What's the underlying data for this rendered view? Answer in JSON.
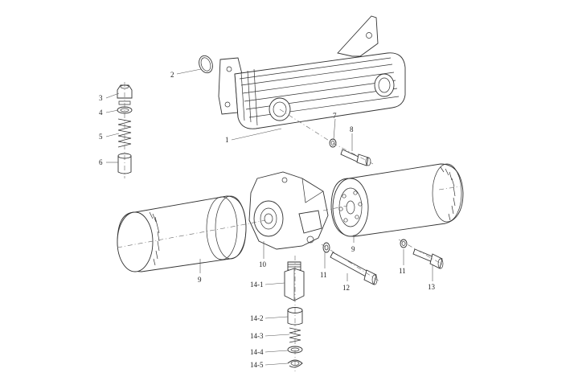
{
  "labels": {
    "p1": "1",
    "p2": "2",
    "p3": "3",
    "p4": "4",
    "p5": "5",
    "p6": "6",
    "p7": "7",
    "p8": "8",
    "p9a": "9",
    "p9b": "9",
    "p10": "10",
    "p11a": "11",
    "p11b": "11",
    "p12": "12",
    "p13": "13",
    "p14_1": "14-1",
    "p14_2": "14-2",
    "p14_3": "14-3",
    "p14_4": "14-4",
    "p14_5": "14-5"
  }
}
